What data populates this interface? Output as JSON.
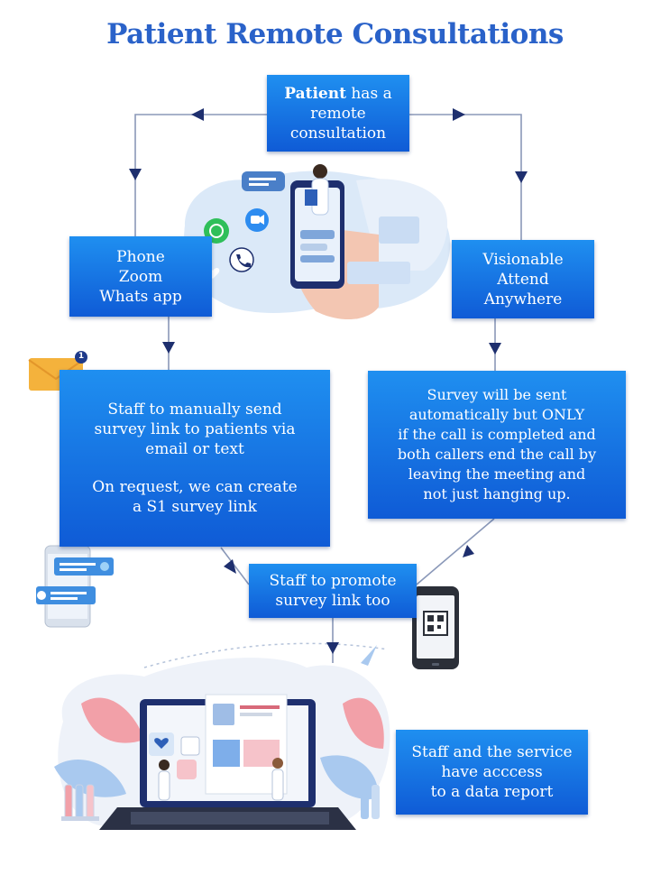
{
  "title": "Patient Remote Consultations",
  "top_box": {
    "bold": "Patient",
    "rest": " has a",
    "line2": "remote",
    "line3": "consultation"
  },
  "left_box": {
    "lines": [
      "Phone",
      "Zoom",
      "Whats app"
    ]
  },
  "right_box": {
    "lines": [
      "Visionable",
      "Attend",
      "Anywhere"
    ]
  },
  "left_big_box": {
    "para1": [
      "Staff to manually send",
      "survey link to patients via",
      "email or text"
    ],
    "para2": [
      "On request, we can create",
      "a S1 survey link"
    ]
  },
  "right_big_box": {
    "lines": [
      "Survey will be sent",
      "automatically but ONLY",
      "if the call is completed and",
      "both callers end the call by",
      "leaving the meeting and",
      "not just hanging up."
    ]
  },
  "promote_box": {
    "lines": [
      "Staff to promote",
      "survey link too"
    ]
  },
  "report_box": {
    "lines": [
      "Staff and the service",
      "have acccess",
      "to a data report"
    ]
  },
  "email_badge": "1",
  "colors": {
    "title": "#2a62c9",
    "box_top": "#1f8ff0",
    "box_bottom": "#0f5bd6",
    "connector": "#8a98b8",
    "arrow": "#1e2f6e"
  }
}
